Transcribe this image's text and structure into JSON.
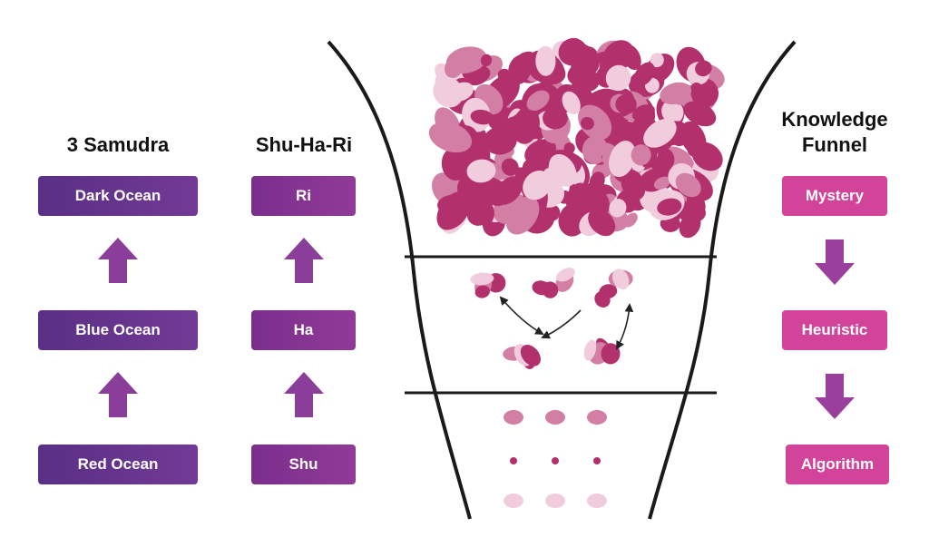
{
  "columns": {
    "samudra": {
      "title": "3 Samudra",
      "levels": [
        "Dark Ocean",
        "Blue Ocean",
        "Red Ocean"
      ]
    },
    "shuhari": {
      "title": "Shu-Ha-Ri",
      "levels": [
        "Ri",
        "Ha",
        "Shu"
      ]
    },
    "knowledge_funnel": {
      "title_line1": "Knowledge",
      "title_line2": "Funnel",
      "levels": [
        "Mystery",
        "Heuristic",
        "Algorithm"
      ]
    }
  },
  "colors": {
    "samudra_box": "#5f3289",
    "samudra_arrow": "#8b3d9a",
    "shuhari_box": "#86358f",
    "shuhari_arrow": "#8b3d9a",
    "funnel_box": "#d2439a",
    "funnel_arrow": "#9a3f9c",
    "blob_dark": "#b2316c",
    "blob_mid": "#d27ea5",
    "blob_light": "#f0ccdc"
  },
  "arrow_directions": {
    "samudra": "up",
    "shuhari": "up",
    "knowledge_funnel": "down"
  }
}
